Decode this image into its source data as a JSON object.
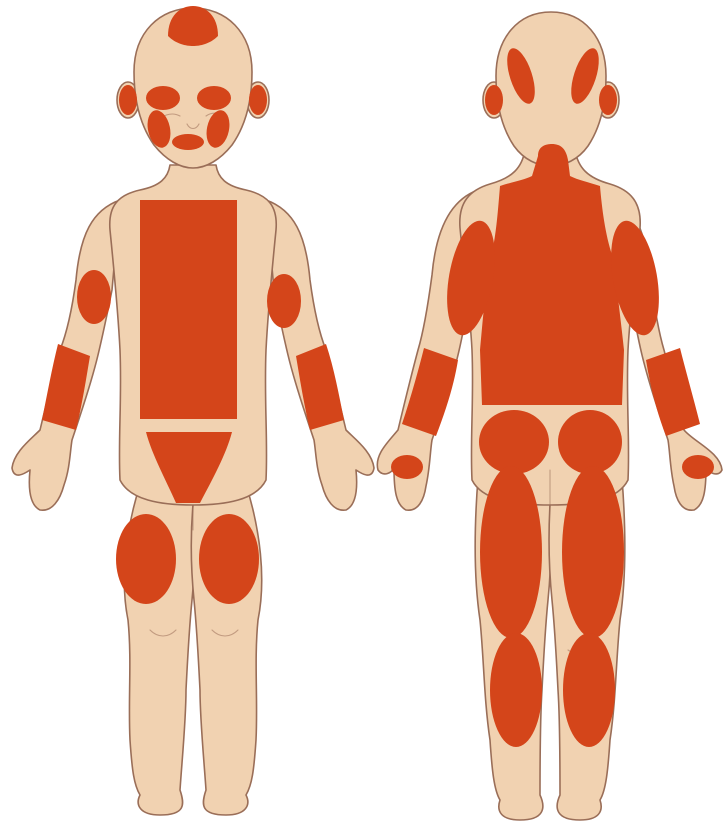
{
  "colors": {
    "background": "#ffffff",
    "skin": "#f1d2b1",
    "outline": "#9a6e58",
    "marked_region": "#d4451a"
  },
  "figures": [
    {
      "view": "front",
      "marked_regions": [
        "scalp-crown",
        "right-ear",
        "left-ear",
        "right-eyelid",
        "left-eyelid",
        "right-cheek",
        "left-cheek",
        "lips",
        "chest-abdomen",
        "right-upper-arm",
        "left-upper-arm",
        "right-forearm",
        "left-forearm",
        "genital-area",
        "right-knee",
        "left-knee"
      ]
    },
    {
      "view": "back",
      "marked_regions": [
        "right-occiput",
        "left-occiput",
        "right-ear",
        "left-ear",
        "neck",
        "upper-back-and-shoulders",
        "right-upper-arm",
        "left-upper-arm",
        "right-forearm",
        "left-forearm",
        "right-palm",
        "left-palm",
        "right-buttock",
        "left-buttock",
        "right-thigh",
        "left-thigh",
        "right-calf",
        "left-calf"
      ]
    }
  ]
}
